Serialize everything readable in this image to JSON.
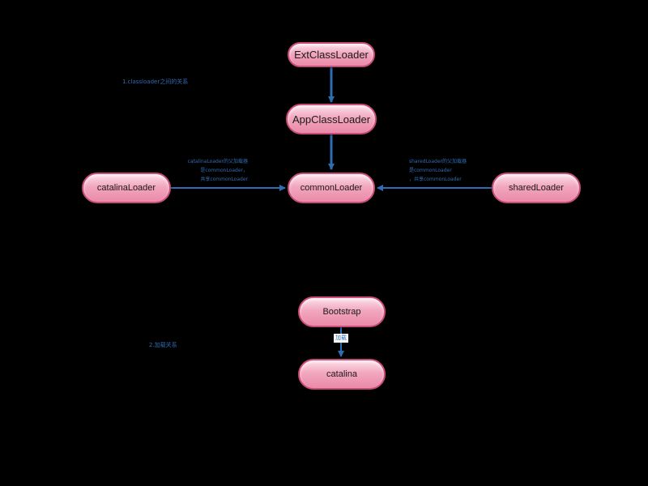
{
  "nodes": {
    "ext": "ExtClassLoader",
    "app": "AppClassLoader",
    "common": "commonLoader",
    "catalina": "catalinaLoader",
    "shared": "sharedLoader",
    "bootstrap": "Bootstrap",
    "catalina_node": "catalina"
  },
  "section_labels": {
    "top": "1.classloader之间的关系",
    "bottom": "2.加载关系"
  },
  "annotations": {
    "left": [
      "catalinaLoader的父加载器",
      "是commonLoader，",
      "共享commonLoader"
    ],
    "right": [
      "sharedLoader的父加载器",
      "是commonLoader",
      "，共享commonLoader"
    ]
  },
  "edge_labels": {
    "load": "加载"
  },
  "colors": {
    "node_border": "#c94d77",
    "node_fill": "#f2a7bf",
    "arrow": "#2f6db3",
    "background": "#000000"
  }
}
